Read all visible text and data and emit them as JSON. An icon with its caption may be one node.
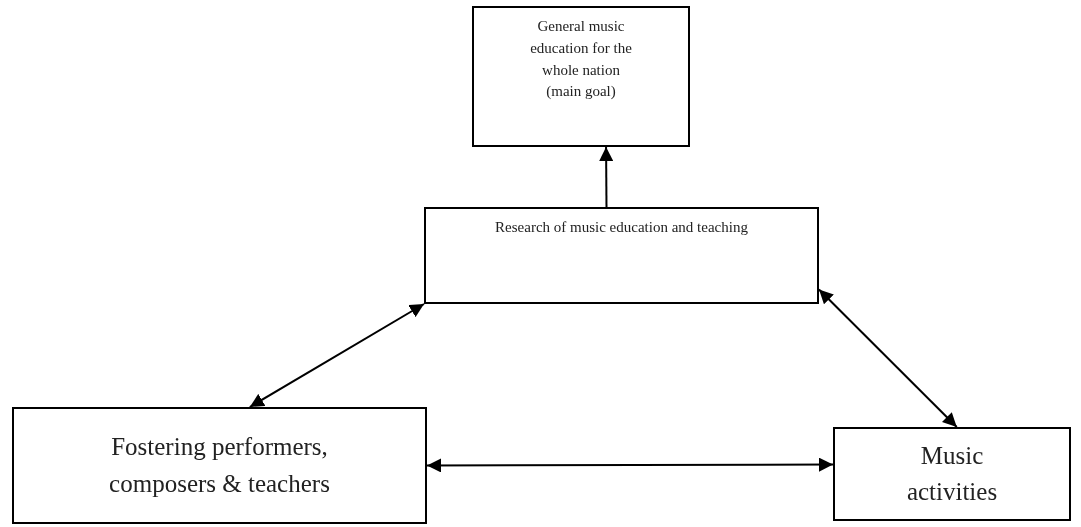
{
  "diagram": {
    "nodes": [
      {
        "text": [
          "General music education for the whole nation",
          "(main goal)"
        ]
      },
      {
        "text": [
          "Research of music education and teaching"
        ]
      },
      {
        "text": [
          "Fostering performers, composers & teachers"
        ]
      },
      {
        "text": [
          "Music activities"
        ]
      }
    ],
    "edges": [
      {
        "from": 1,
        "to": 0,
        "arrow": "to"
      },
      {
        "from": 2,
        "to": 1,
        "arrow": "both"
      },
      {
        "from": 1,
        "to": 3,
        "arrow": "both"
      },
      {
        "from": 2,
        "to": 3,
        "arrow": "both"
      }
    ]
  }
}
